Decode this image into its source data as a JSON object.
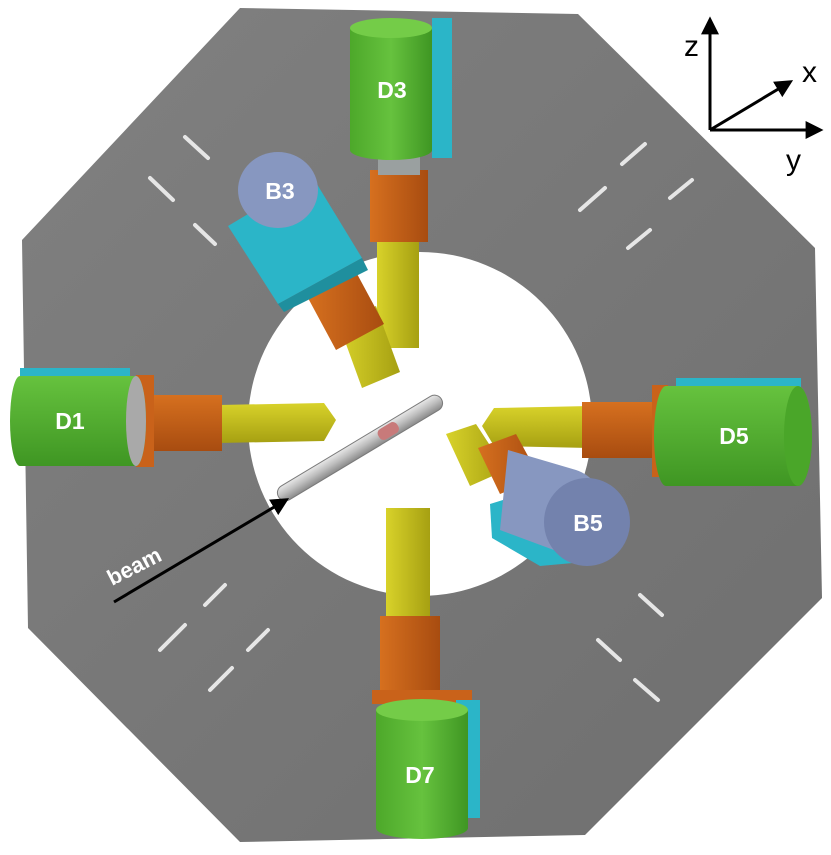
{
  "detectors": {
    "d1": "D1",
    "d3": "D3",
    "d5": "D5",
    "d7": "D7",
    "b3": "B3",
    "b5": "B5"
  },
  "beam_label": "beam",
  "axes": {
    "z": "z",
    "x": "x",
    "y": "y"
  },
  "colors": {
    "plate": "#777777",
    "detector_green": "#5cb836",
    "detector_blue": "#8797c0",
    "housing_cyan": "#2bb5c8",
    "coupler_orange": "#c9621a",
    "lightguide_yellow": "#c9c21a"
  }
}
